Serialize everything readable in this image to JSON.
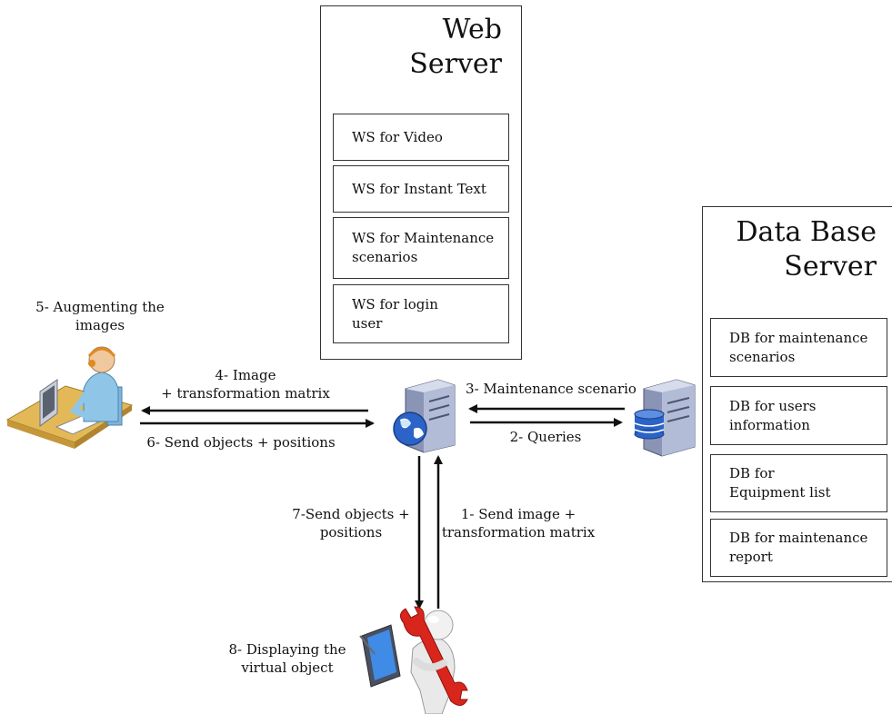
{
  "web_server": {
    "title_line1": "Web",
    "title_line2": "Server",
    "services": [
      {
        "line1": "WS for Video",
        "line2": ""
      },
      {
        "line1": "WS for Instant Text",
        "line2": ""
      },
      {
        "line1": "WS for  Maintenance",
        "line2": "scenarios"
      },
      {
        "line1": "WS for login",
        "line2": "user"
      }
    ]
  },
  "db_server": {
    "title_line1": "Data Base",
    "title_line2": "Server",
    "services": [
      {
        "line1": "DB for maintenance",
        "line2": "scenarios"
      },
      {
        "line1": "DB for users",
        "line2": "information"
      },
      {
        "line1": "DB for",
        "line2": "Equipment list"
      },
      {
        "line1": "DB for maintenance",
        "line2": "report"
      }
    ]
  },
  "labels": {
    "augmenting_1": "5- Augmenting the",
    "augmenting_2": "images",
    "image_1": "4- Image",
    "image_2": "+ transformation matrix",
    "send_objects_positions": "6- Send objects + positions",
    "maintenance_scenario": "3- Maintenance scenario",
    "queries": "2- Queries",
    "send_objects_1": "7-Send objects +",
    "send_objects_2": "positions",
    "send_image_1": "1- Send image +",
    "send_image_2": "transformation matrix",
    "displaying_1": "8- Displaying the",
    "displaying_2": "virtual object"
  },
  "icons": {
    "operator": "operator-workstation-icon",
    "web_server": "web-server-icon",
    "db_server": "database-server-icon",
    "technician": "technician-with-tablet-icon"
  },
  "colors": {
    "line": "#111111",
    "server_body": "#8a95b5",
    "globe": "#2b63c9",
    "desk": "#e0b654",
    "person": "#8fc6e8",
    "wrench": "#d8261c"
  }
}
